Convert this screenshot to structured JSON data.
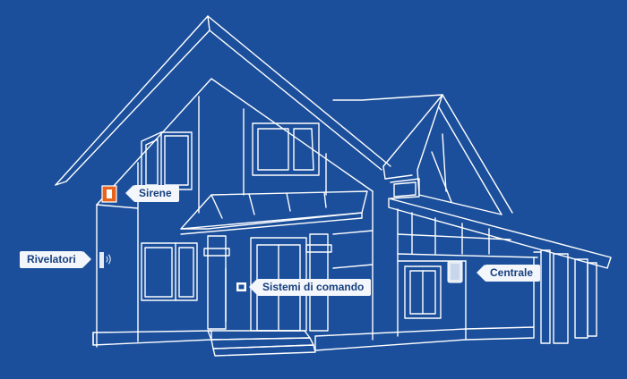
{
  "colors": {
    "background": "#1b4f9b",
    "outline": "#ffffff",
    "siren_accent": "#e8641d",
    "label_bg": "#f3f6fb",
    "label_text": "#17407f"
  },
  "labels": {
    "sirene": "Sirene",
    "rivelatori": "Rivelatori",
    "sistemi": "Sistemi di comando",
    "centrale": "Centrale"
  },
  "icons": {
    "siren": "siren-device-icon",
    "detector": "wireless-detector-icon",
    "keypad": "control-keypad-icon",
    "panel": "control-panel-icon"
  }
}
